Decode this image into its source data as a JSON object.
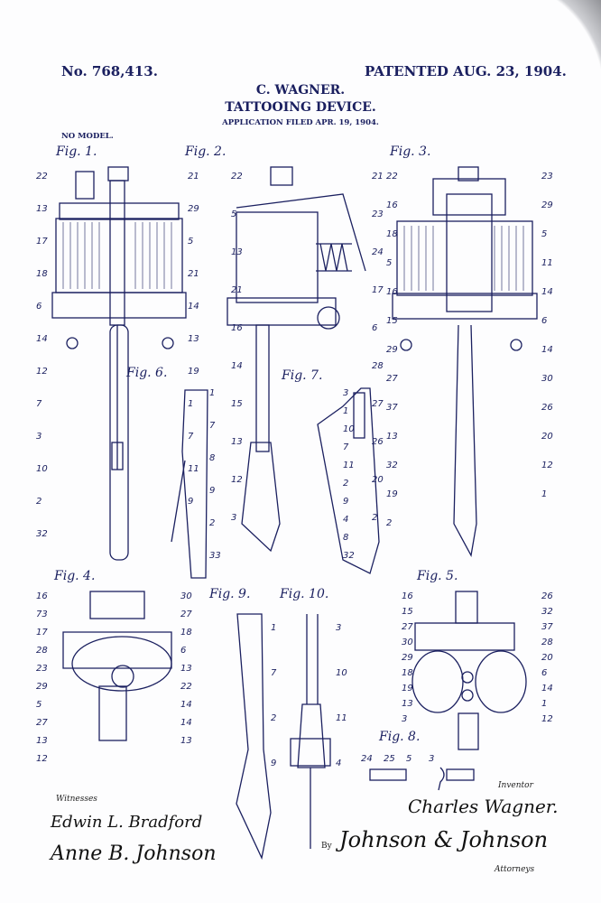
{
  "header": {
    "patent_number": "No. 768,413.",
    "patented_date": "PATENTED AUG. 23, 1904.",
    "inventor_name": "C. WAGNER.",
    "title": "TATTOOING DEVICE.",
    "application_filed": "APPLICATION FILED APR. 19, 1904.",
    "model_note": "NO MODEL."
  },
  "figures": [
    {
      "label": "Fig. 1.",
      "numerals": [
        "22",
        "21",
        "13",
        "29",
        "17",
        "5",
        "18",
        "21",
        "6",
        "14",
        "14",
        "13",
        "12",
        "19",
        "7",
        "1",
        "3",
        "7",
        "10",
        "11",
        "2",
        "9",
        "32"
      ]
    },
    {
      "label": "Fig. 2.",
      "numerals": [
        "22",
        "21",
        "5",
        "23",
        "13",
        "24",
        "21",
        "17",
        "16",
        "6",
        "14",
        "28",
        "15",
        "27",
        "13",
        "26",
        "12",
        "20",
        "3",
        "2"
      ]
    },
    {
      "label": "Fig. 3.",
      "numerals": [
        "22",
        "23",
        "16",
        "29",
        "18",
        "5",
        "5",
        "11",
        "16",
        "14",
        "15",
        "6",
        "29",
        "14",
        "27",
        "30",
        "37",
        "26",
        "13",
        "20",
        "32",
        "12",
        "19",
        "1",
        "2"
      ]
    },
    {
      "label": "Fig. 4.",
      "numerals": [
        "16",
        "30",
        "73",
        "27",
        "17",
        "18",
        "28",
        "6",
        "23",
        "13",
        "29",
        "22",
        "5",
        "14",
        "27",
        "14",
        "13",
        "13",
        "12"
      ]
    },
    {
      "label": "Fig. 5.",
      "numerals": [
        "16",
        "26",
        "15",
        "32",
        "27",
        "37",
        "30",
        "28",
        "29",
        "20",
        "18",
        "6",
        "19",
        "14",
        "13",
        "1",
        "3",
        "12"
      ]
    },
    {
      "label": "Fig. 6.",
      "numerals": [
        "1",
        "7",
        "8",
        "9",
        "2",
        "33"
      ]
    },
    {
      "label": "Fig. 7.",
      "numerals": [
        "3",
        "1",
        "10",
        "7",
        "11",
        "2",
        "9",
        "4",
        "8",
        "32"
      ]
    },
    {
      "label": "Fig. 8.",
      "numerals": [
        "24",
        "25",
        "5",
        "3"
      ]
    },
    {
      "label": "Fig. 9.",
      "numerals": [
        "1",
        "7",
        "2",
        "9"
      ]
    },
    {
      "label": "Fig. 10.",
      "numerals": [
        "3",
        "10",
        "11",
        "4"
      ]
    }
  ],
  "signatures": {
    "witnesses_label": "Witnesses",
    "witness_1": "Edwin L. Bradford",
    "witness_2": "Anne B. Johnson",
    "inventor_label": "Inventor",
    "inventor_signature": "Charles Wagner.",
    "by_label": "By",
    "attorney_signature": "Johnson & Johnson",
    "attorneys_label": "Attorneys"
  },
  "colors": {
    "ink": "#1b2060",
    "paper": "#fdfdfe"
  }
}
